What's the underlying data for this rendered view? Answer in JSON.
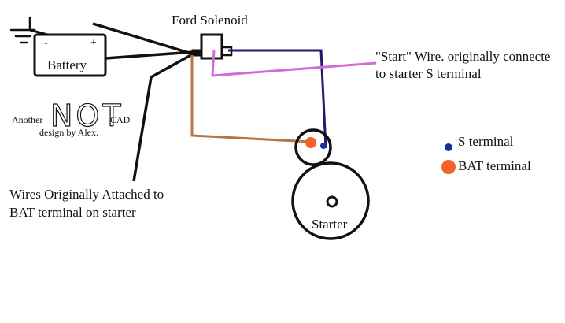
{
  "labels": {
    "solenoid": "Ford Solenoid",
    "battery": "Battery",
    "battery_neg": "-",
    "battery_pos": "+",
    "start_wire_line1": "\"Start\" Wire. originally connecte",
    "start_wire_line2": "to starter S terminal",
    "another": "Another",
    "notcad_logo": "NOT",
    "cad": "CAD",
    "design_by": "design by Alex.",
    "s_terminal": "S terminal",
    "bat_terminal": "BAT terminal",
    "wires_line1": "Wires Originally Attached to",
    "wires_line2": "BAT terminal on starter",
    "starter": "Starter"
  },
  "colors": {
    "ink": "#111111",
    "navy_wire": "#1c1c6e",
    "pink_wire": "#d36ad8",
    "brown_wire": "#b3774a",
    "s_terminal_dot": "#1a2e9e",
    "bat_terminal_dot": "#f2622a"
  }
}
